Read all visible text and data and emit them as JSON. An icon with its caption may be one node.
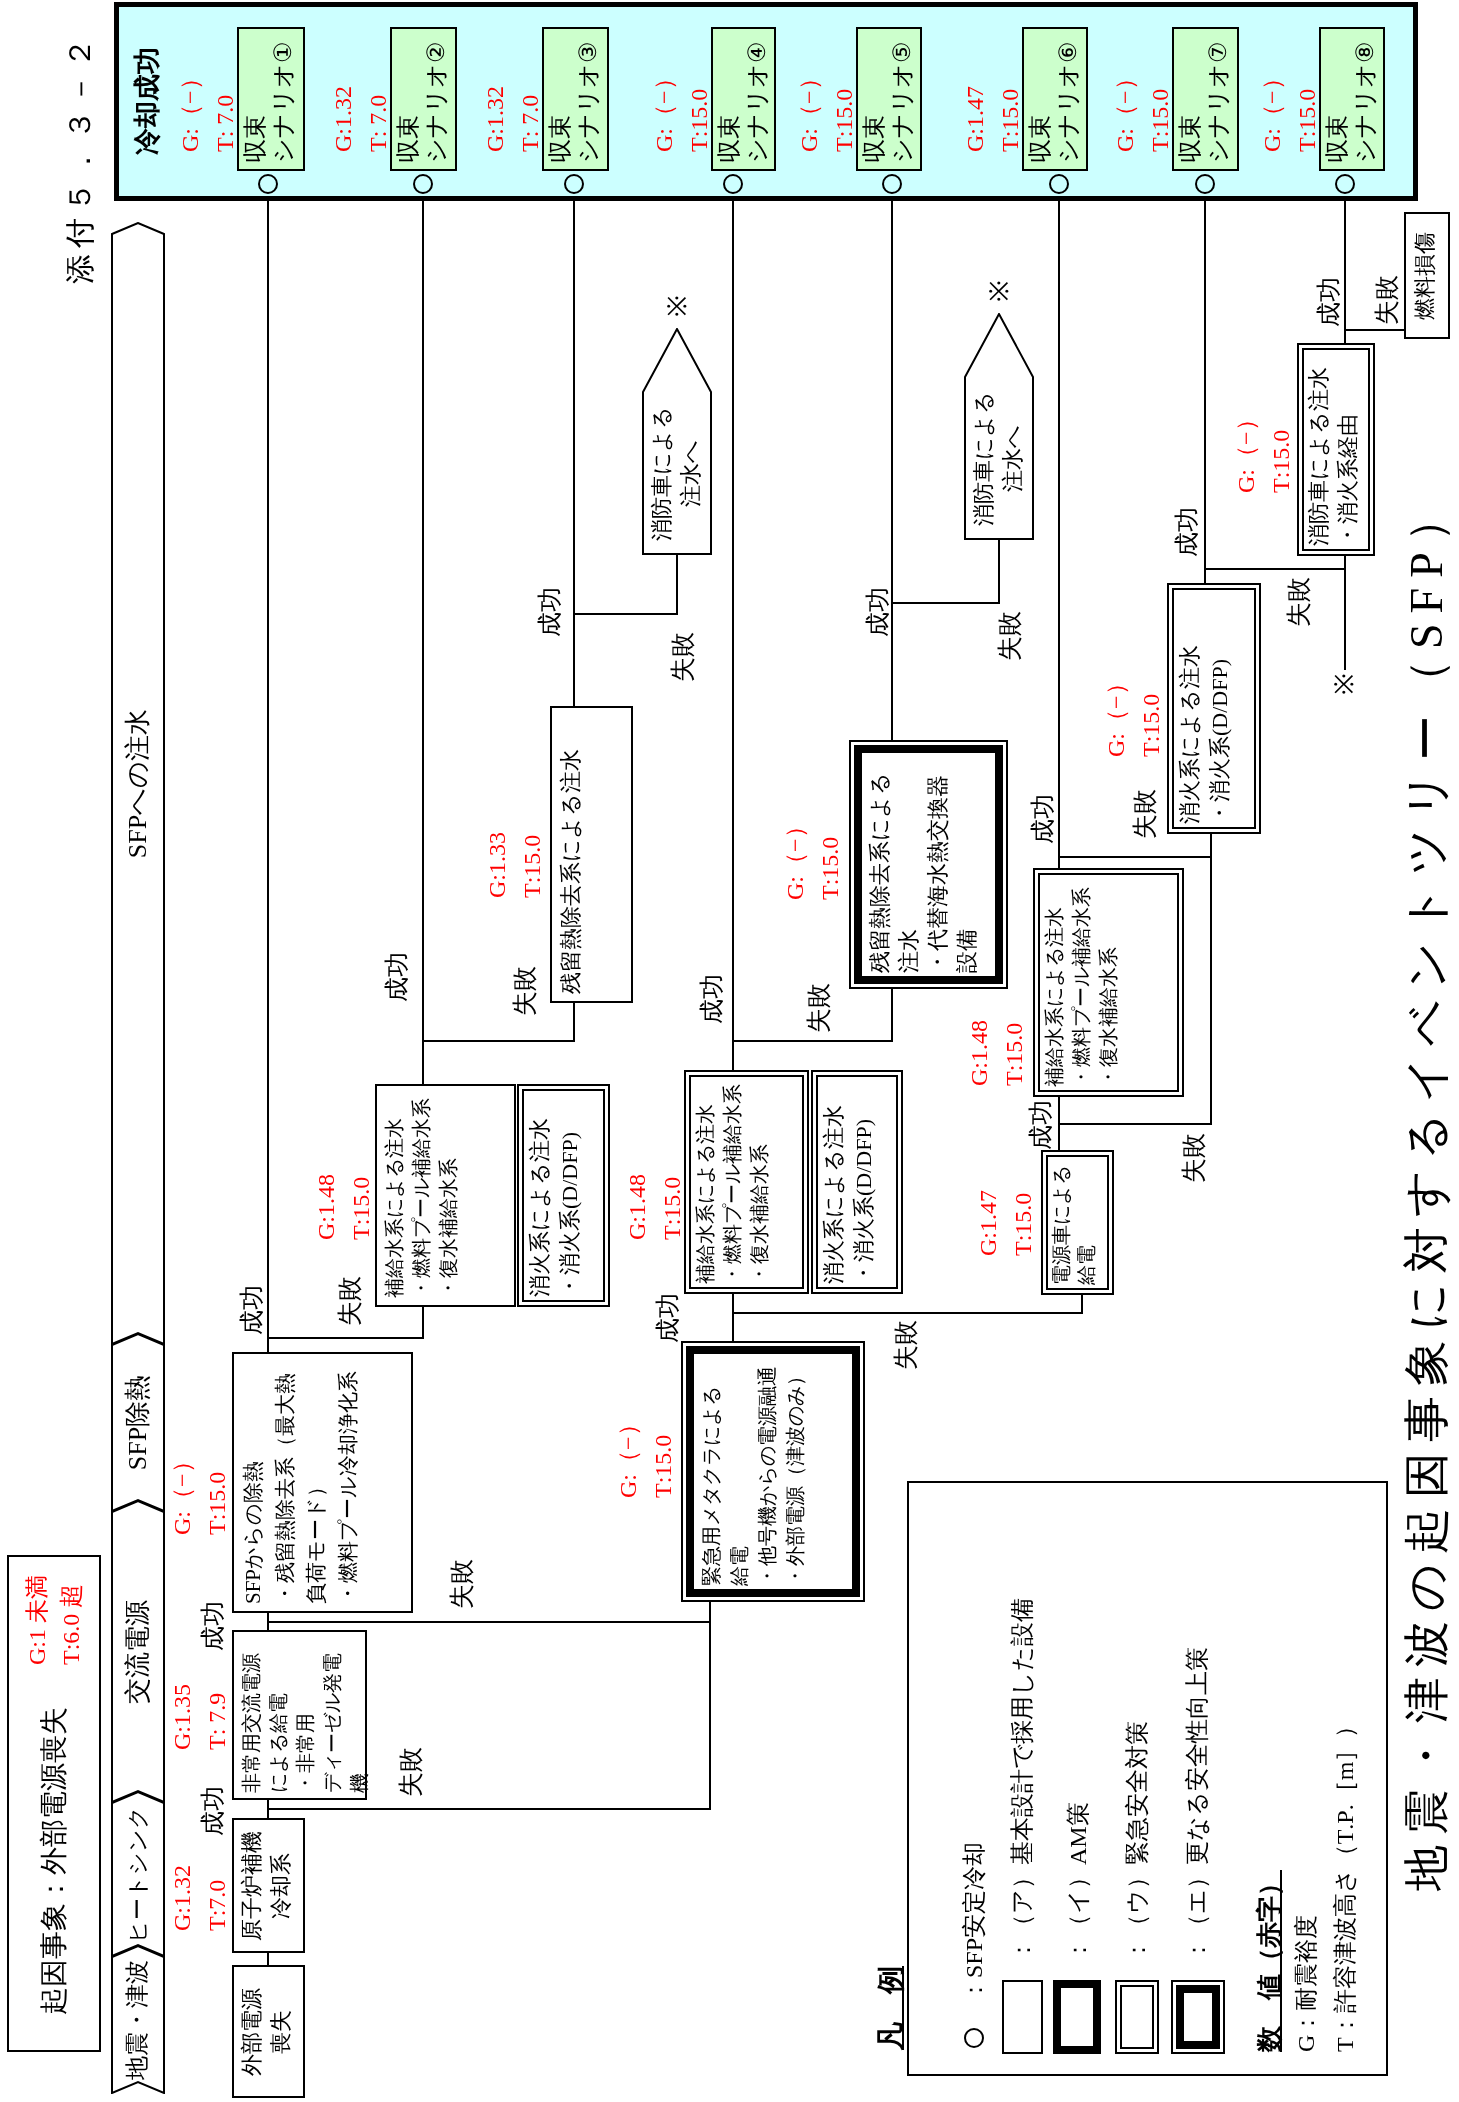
{
  "diagram": {
    "title": "地震・津波の起因事象に対するイベントツリー（SFP）",
    "nodes": [
      {
        "text": [
          "起因事象：外部電源喪失",
          "G:1 未満",
          "T:6.0 超"
        ]
      },
      {
        "text": [
          "地震・津波"
        ]
      },
      {
        "text": [
          "ヒートシンク"
        ]
      },
      {
        "text": [
          "交流電源"
        ]
      },
      {
        "text": [
          "SFP除熱"
        ]
      },
      {
        "text": [
          "SFPへの注水"
        ]
      },
      {
        "text": [
          "外部電源喪失"
        ]
      },
      {
        "text": [
          "原子炉補機冷却系"
        ],
        "beside": [
          "G:1.32",
          "T:7.0"
        ]
      },
      {
        "text": [
          "非常用交流電源による給電",
          "・非常用ディーゼル発電機"
        ],
        "beside": [
          "G:1.35",
          "T: 7.9"
        ]
      },
      {
        "text": [
          "SFPからの除熱",
          "・残留熱除去系（最大熱負荷モード）",
          "・燃料プール冷却浄化系"
        ],
        "beside": [
          "G:（−）",
          "T:15.0"
        ]
      },
      {
        "text": [
          "緊急用メタクラによる給電",
          "・他号機からの電源融通",
          "・外部電源（津波のみ）"
        ],
        "beside": [
          "G:（−）",
          "T:15.0"
        ]
      },
      {
        "text": [
          "補給水系による注水",
          "・燃料プール補給水系",
          "・復水補給水系"
        ],
        "beside": [
          "G:1.48",
          "T:15.0"
        ]
      },
      {
        "text": [
          "消火系による注水",
          "・消火系(D/DFP)"
        ]
      },
      {
        "text": [
          "残留熱除去系による注水"
        ],
        "beside": [
          "G:1.33",
          "T:15.0"
        ]
      },
      {
        "text": [
          "消防車による注水へ"
        ],
        "beside": [
          "※"
        ]
      },
      {
        "text": [
          "補給水系による注水",
          "・燃料プール補給水系",
          "・復水補給水系"
        ],
        "beside": [
          "G:1.48",
          "T:15.0"
        ]
      },
      {
        "text": [
          "消火系による注水",
          "・消火系(D/DFP)"
        ]
      },
      {
        "text": [
          "残留熱除去系による注水",
          "・代替海水熱交換器設備"
        ],
        "beside": [
          "G:（−）",
          "T:15.0"
        ]
      },
      {
        "text": [
          "消防車による注水へ"
        ],
        "beside": [
          "※"
        ]
      },
      {
        "text": [
          "電源車による給電"
        ],
        "beside": [
          "G:1.47",
          "T:15.0"
        ]
      },
      {
        "text": [
          "補給水系による注水",
          "・燃料プール補給水系",
          "・復水補給水系"
        ],
        "beside": [
          "G:1.48",
          "T:15.0"
        ]
      },
      {
        "text": [
          "消火系による注水",
          "・消火系(D/DFP)"
        ],
        "beside": [
          "G:（−）",
          "T:15.0"
        ]
      },
      {
        "text": [
          "※"
        ]
      },
      {
        "text": [
          "消防車による注水",
          "・消火系経由"
        ],
        "beside": [
          "G:（−）",
          "T:15.0"
        ]
      },
      {
        "text": [
          "燃料損傷"
        ]
      },
      {
        "text": [
          "冷却成功"
        ]
      },
      {
        "text": [
          "収束シナリオ①"
        ],
        "in": 25,
        "beside": [
          "G:（−）",
          "T: 7.0"
        ]
      },
      {
        "text": [
          "収束シナリオ②"
        ],
        "in": 25,
        "beside": [
          "G:1.32",
          "T: 7.0"
        ]
      },
      {
        "text": [
          "収束シナリオ③"
        ],
        "in": 25,
        "beside": [
          "G:1.32",
          "T: 7.0"
        ]
      },
      {
        "text": [
          "収束シナリオ④"
        ],
        "in": 25,
        "beside": [
          "G:（−）",
          "T:15.0"
        ]
      },
      {
        "text": [
          "収束シナリオ⑤"
        ],
        "in": 25,
        "beside": [
          "G:（−）",
          "T:15.0"
        ]
      },
      {
        "text": [
          "収束シナリオ⑥"
        ],
        "in": 25,
        "beside": [
          "G:1.47",
          "T:15.0"
        ]
      },
      {
        "text": [
          "収束シナリオ⑦"
        ],
        "in": 25,
        "beside": [
          "G:（−）",
          "T:15.0"
        ]
      },
      {
        "text": [
          "収束シナリオ⑧"
        ],
        "in": 25,
        "beside": [
          "G:（−）",
          "T:15.0"
        ]
      },
      {
        "text": [],
        "shape": "circle",
        "in": 25
      },
      {
        "text": [],
        "shape": "circle",
        "in": 25
      },
      {
        "text": [],
        "shape": "circle",
        "in": 25
      },
      {
        "text": [],
        "shape": "circle",
        "in": 25
      },
      {
        "text": [],
        "shape": "circle",
        "in": 25
      },
      {
        "text": [],
        "shape": "circle",
        "in": 25
      },
      {
        "text": [],
        "shape": "circle",
        "in": 25
      },
      {
        "text": [],
        "shape": "circle",
        "in": 25
      }
    ],
    "edges": [
      {
        "from": 6,
        "to": 7,
        "arrow": "none"
      },
      {
        "from": 7,
        "to": 8,
        "arrow": "none",
        "label": "成功"
      },
      {
        "from": 7,
        "to": 10,
        "arrow": "none",
        "label": "失敗"
      },
      {
        "from": 8,
        "to": 9,
        "arrow": "none",
        "label": "成功"
      },
      {
        "from": 8,
        "to": 10,
        "arrow": "none",
        "label": "失敗"
      },
      {
        "from": 9,
        "to": 34,
        "arrow": "none",
        "label": "成功"
      },
      {
        "from": 9,
        "to": 11,
        "arrow": "none",
        "label": "失敗"
      },
      {
        "from": 11,
        "to": 35,
        "arrow": "none",
        "label": "成功"
      },
      {
        "from": 11,
        "to": 13,
        "arrow": "none",
        "label": "失敗"
      },
      {
        "from": 13,
        "to": 36,
        "arrow": "none",
        "label": "成功"
      },
      {
        "from": 13,
        "to": 14,
        "arrow": "none",
        "label": "失敗"
      },
      {
        "from": 10,
        "to": 15,
        "arrow": "none",
        "label": "成功"
      },
      {
        "from": 10,
        "to": 19,
        "arrow": "none",
        "label": "失敗"
      },
      {
        "from": 15,
        "to": 37,
        "arrow": "none",
        "label": "成功"
      },
      {
        "from": 15,
        "to": 17,
        "arrow": "none",
        "label": "失敗"
      },
      {
        "from": 17,
        "to": 38,
        "arrow": "none",
        "label": "成功"
      },
      {
        "from": 17,
        "to": 18,
        "arrow": "none",
        "label": "失敗"
      },
      {
        "from": 19,
        "to": 20,
        "arrow": "none",
        "label": "成功"
      },
      {
        "from": 19,
        "to": 21,
        "arrow": "none",
        "label": "失敗"
      },
      {
        "from": 20,
        "to": 39,
        "arrow": "none",
        "label": "成功"
      },
      {
        "from": 20,
        "to": 21,
        "arrow": "none",
        "label": "失敗"
      },
      {
        "from": 21,
        "to": 40,
        "arrow": "none",
        "label": "成功"
      },
      {
        "from": 21,
        "to": 23,
        "arrow": "none",
        "label": "失敗"
      },
      {
        "from": 22,
        "to": 23,
        "arrow": "none"
      },
      {
        "from": 23,
        "to": 41,
        "arrow": "none",
        "label": "成功"
      },
      {
        "from": 23,
        "to": 24,
        "arrow": "none",
        "label": "失敗"
      }
    ],
    "labels": [
      "添付５．３－２",
      "凡　例",
      "数　値（赤字）",
      "G：耐震裕度",
      "T：許容津波高さ（T.P.［m］）"
    ],
    "legend": [
      {
        "text": "：SFP安定冷却"
      },
      {
        "text": "：（ア）基本設計で採用した設備"
      },
      {
        "text": "：（イ）AM策"
      },
      {
        "text": "：（ウ）緊急安全対策"
      },
      {
        "text": "：（エ）更なる安全性向上策"
      }
    ]
  }
}
